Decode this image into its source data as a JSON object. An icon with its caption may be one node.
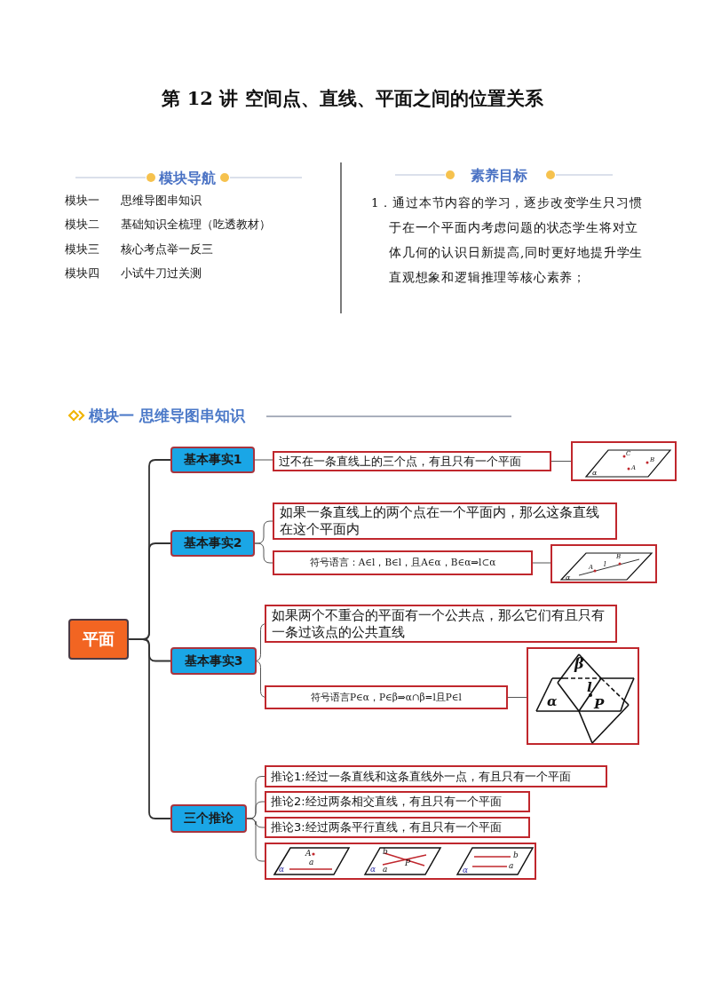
{
  "diagram": {
    "title": "第 12 讲  空间点、直线、平面之间的位置关系",
    "nodes": [
      {
        "text": [
          "平面"
        ]
      },
      {
        "text": [
          "基本事实1"
        ]
      },
      {
        "text": [
          "过不在一条直线上的三个点，有且只有一个平面"
        ]
      },
      {
        "text": [],
        "shape": "picture"
      },
      {
        "text": [
          "基本事实2"
        ]
      },
      {
        "text": [
          "如果一条直线上的两个点在一个平面内，那么这条直线在这个平面内"
        ]
      },
      {
        "text": [
          "符号语言：A∈l，B∈l，且A∈α，B∈α⇒l⊂α"
        ]
      },
      {
        "text": [],
        "shape": "picture"
      },
      {
        "text": [
          "基本事实3"
        ]
      },
      {
        "text": [
          "如果两个不重合的平面有一个公共点，那么它们有且只有一条过该点的公共直线"
        ]
      },
      {
        "text": [
          "符号语言P∈α，P∈β⇒α∩β=l且P∈l"
        ]
      },
      {
        "text": [],
        "shape": "picture"
      },
      {
        "text": [
          "三个推论"
        ]
      },
      {
        "text": [
          "推论1:经过一条直线和这条直线外一点，有且只有一个平面"
        ]
      },
      {
        "text": [
          "推论2:经过两条相交直线，有且只有一个平面"
        ]
      },
      {
        "text": [
          "推论3:经过两条平行直线，有且只有一个平面"
        ]
      },
      {
        "text": [],
        "shape": "picture"
      }
    ],
    "edges": [
      {
        "from": 0,
        "to": 1,
        "arrow": "none"
      },
      {
        "from": 1,
        "to": 2,
        "arrow": "none"
      },
      {
        "from": 2,
        "to": 3,
        "arrow": "none"
      },
      {
        "from": 0,
        "to": 4,
        "arrow": "none"
      },
      {
        "from": 4,
        "to": 5,
        "arrow": "none"
      },
      {
        "from": 4,
        "to": 6,
        "arrow": "none"
      },
      {
        "from": 6,
        "to": 7,
        "arrow": "none"
      },
      {
        "from": 0,
        "to": 8,
        "arrow": "none"
      },
      {
        "from": 8,
        "to": 9,
        "arrow": "none"
      },
      {
        "from": 8,
        "to": 10,
        "arrow": "none"
      },
      {
        "from": 10,
        "to": 11,
        "arrow": "none"
      },
      {
        "from": 0,
        "to": 12,
        "arrow": "none"
      },
      {
        "from": 12,
        "to": 13,
        "arrow": "none"
      },
      {
        "from": 12,
        "to": 14,
        "arrow": "none"
      },
      {
        "from": 12,
        "to": 15,
        "arrow": "none"
      },
      {
        "from": 12,
        "to": 16,
        "arrow": "none"
      }
    ],
    "labels": [
      "模块导航",
      "模块一",
      "思维导图串知识",
      "模块二",
      "基础知识全梳理（吃透教材）",
      "模块三",
      "核心考点举一反三",
      "模块四",
      "小试牛刀过关测",
      "素养目标",
      "1．通过本节内容的学习，逐步改变学生只习惯于在一个平面内考虑问题的状态学生将对立体几何的认识日新提高,同时更好地提升学生直观想象和逻辑推理等核心素养；",
      "模块一  思维导图串知识",
      "C",
      "B",
      "A",
      "α",
      "A",
      "l",
      "B",
      "α",
      "β",
      "l",
      "α",
      "P",
      "A",
      "a",
      "α",
      "b",
      "a",
      "P",
      "α",
      "b",
      "a",
      "α"
    ]
  }
}
